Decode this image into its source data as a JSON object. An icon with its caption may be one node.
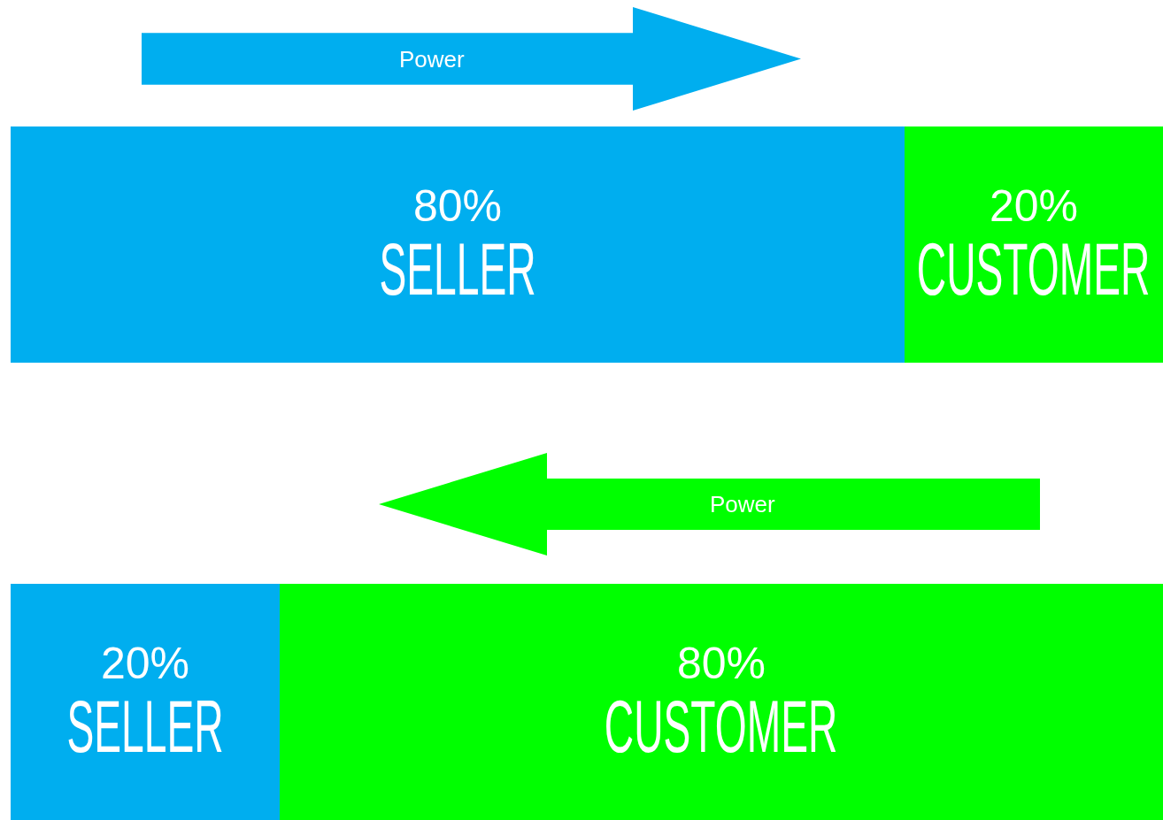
{
  "diagram": {
    "nodes": [
      {
        "text": [
          "Power"
        ]
      },
      {
        "text": [
          "80%",
          "SELLER"
        ]
      },
      {
        "text": [
          "20%",
          "CUSTOMER"
        ]
      },
      {
        "text": [
          "Power"
        ]
      },
      {
        "text": [
          "20%",
          "SELLER"
        ]
      },
      {
        "text": [
          "80%",
          "CUSTOMER"
        ]
      }
    ]
  }
}
